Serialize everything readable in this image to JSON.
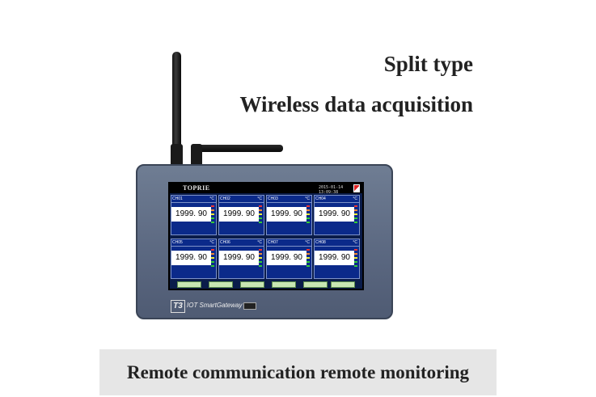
{
  "headlines": {
    "line1": "Split type",
    "line2": "Wireless data acquisition"
  },
  "device": {
    "screen": {
      "brand": "TOPRIE",
      "datetime": "2015-01-14 13:09:38",
      "channels": [
        {
          "name": "CH01",
          "unit": "°C",
          "value": "1999. 90"
        },
        {
          "name": "CH02",
          "unit": "°C",
          "value": "1999. 90"
        },
        {
          "name": "CH03",
          "unit": "°C",
          "value": "1999. 90"
        },
        {
          "name": "CH04",
          "unit": "°C",
          "value": "1999. 90"
        },
        {
          "name": "CH05",
          "unit": "°C",
          "value": "1999. 90"
        },
        {
          "name": "CH06",
          "unit": "°C",
          "value": "1999. 90"
        },
        {
          "name": "CH07",
          "unit": "°C",
          "value": "1999. 90"
        },
        {
          "name": "CH08",
          "unit": "°C",
          "value": "1999. 90"
        }
      ],
      "softkeys": [
        "",
        "",
        "",
        "",
        "",
        ""
      ]
    },
    "model": "T3",
    "label": "IOT SmartGateway"
  },
  "footer": {
    "text": "Remote communication remote monitoring"
  },
  "colors": {
    "panel": "#5a6780",
    "screen": "#0a1c4a",
    "channel": "#0b2a8a",
    "softkey": "#c8e6b3",
    "footer_bg": "#e6e6e6"
  }
}
